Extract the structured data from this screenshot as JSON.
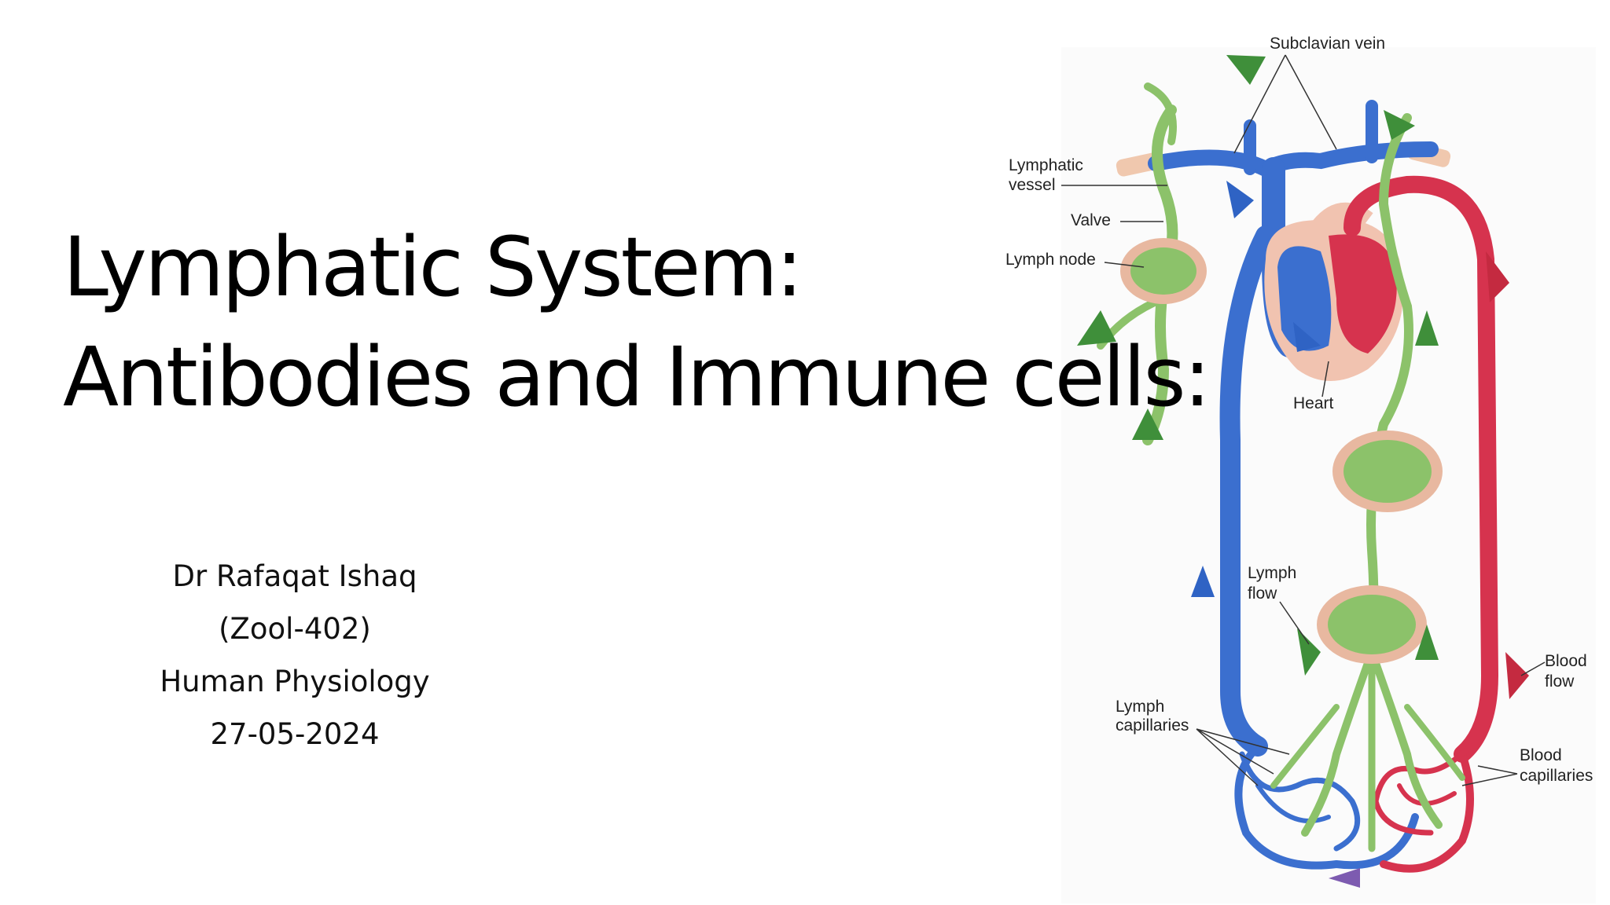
{
  "slide": {
    "title_line1": "Lymphatic System:",
    "title_line2": "Antibodies and Immune cells:",
    "presenter": "Dr Rafaqat Ishaq",
    "course_code": "(Zool-402)",
    "course_name": "Human Physiology",
    "date": "27-05-2024"
  },
  "diagram": {
    "labels": {
      "subclavian_vein": "Subclavian vein",
      "lymphatic_vessel_1": "Lymphatic",
      "lymphatic_vessel_2": "vessel",
      "valve": "Valve",
      "lymph_node": "Lymph node",
      "heart": "Heart",
      "lymph_flow_1": "Lymph",
      "lymph_flow_2": "flow",
      "blood_flow_1": "Blood",
      "blood_flow_2": "flow",
      "lymph_capillaries_1": "Lymph",
      "lymph_capillaries_2": "capillaries",
      "blood_capillaries_1": "Blood",
      "blood_capillaries_2": "capillaries"
    },
    "colors": {
      "vein": "#3b6fcf",
      "artery": "#d6334e",
      "lymph": "#8cc26a",
      "lymph_node": "#e8b8a0",
      "arrow_green": "#3f8f3a",
      "arrow_blue": "#2f63c4",
      "arrow_red": "#c42a40"
    }
  }
}
